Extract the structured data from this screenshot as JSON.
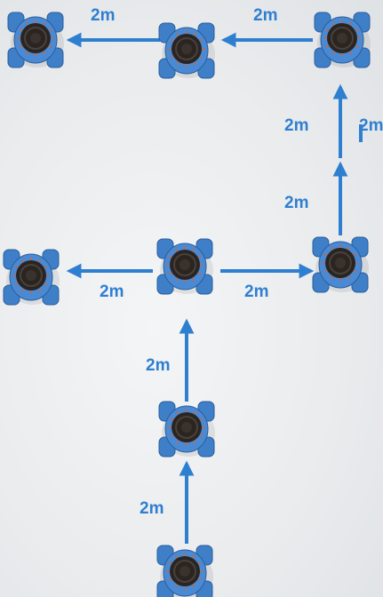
{
  "diagram": {
    "type": "robot-trajectory",
    "arrow_color": "#2f7fd0",
    "robot_body_color": "#3f7fc8",
    "robot_top_color": "#2b2522",
    "robot_positions": [
      {
        "id": "p1"
      },
      {
        "id": "p2"
      },
      {
        "id": "p3"
      },
      {
        "id": "p4"
      },
      {
        "id": "p5"
      },
      {
        "id": "p6"
      },
      {
        "id": "p7"
      },
      {
        "id": "p8"
      }
    ],
    "moves": [
      {
        "from": "p1",
        "to": "p2",
        "label": "2m"
      },
      {
        "from": "p2",
        "to": "p3",
        "label": "2m"
      },
      {
        "from": "p3",
        "to": "p4",
        "label": "2m"
      },
      {
        "from": "p3",
        "to": "p5",
        "label": "2m"
      },
      {
        "from": "p5",
        "to": "p6",
        "label": "2m"
      },
      {
        "from": "p6",
        "to": "p7",
        "label": "2m"
      },
      {
        "from": "p7",
        "to": "p8",
        "label": "2m"
      }
    ],
    "labels": [
      "2m",
      "2m",
      "2m",
      "2m",
      "2m",
      "2m",
      "2m",
      "2m",
      "2m"
    ]
  }
}
